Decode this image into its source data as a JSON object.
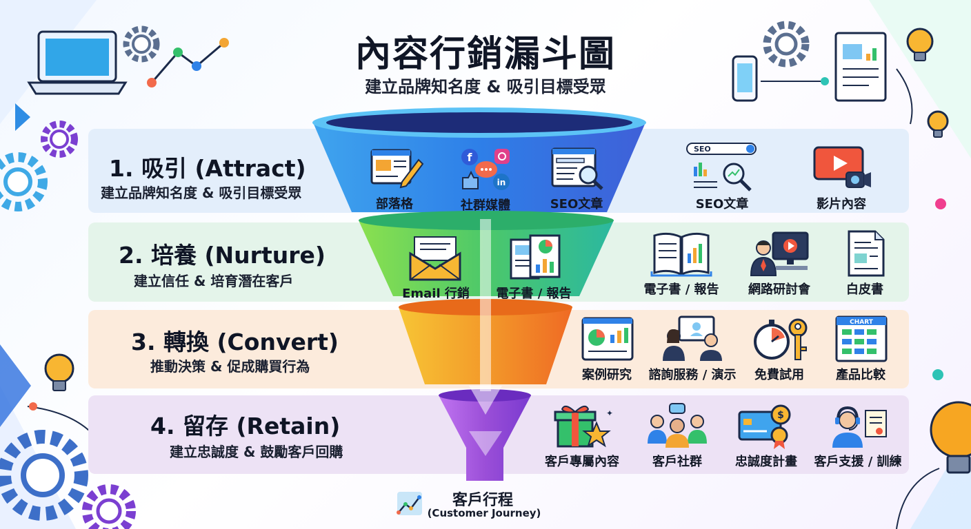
{
  "header": {
    "title": "內容行銷漏斗圖",
    "subtitle": "建立品牌知名度 & 吸引目標受眾"
  },
  "stages": [
    {
      "title": "1. 吸引 (Attract)",
      "description": "建立品牌知名度 & 吸引目標受眾",
      "color": "#3f7ee8",
      "items": [
        "部落格",
        "社群媒體",
        "SEO文章",
        "SEO文章",
        "影片內容"
      ]
    },
    {
      "title": "2. 培養 (Nurture)",
      "description": "建立信任 & 培育潛在客戶",
      "color": "#5cc86a",
      "items": [
        "Email 行銷",
        "電子書 / 報告",
        "電子書 / 報告",
        "網路研討會",
        "白皮書"
      ]
    },
    {
      "title": "3. 轉換 (Convert)",
      "description": "推動決策 & 促成購買行為",
      "color": "#f39a2a",
      "items": [
        "案例研究",
        "諮詢服務 / 演示",
        "免費試用",
        "產品比較"
      ]
    },
    {
      "title": "4. 留存 (Retain)",
      "description": "建立忠誠度 & 鼓勵客戶回購",
      "color": "#9b4fd8",
      "items": [
        "客戶專屬內容",
        "客戶社群",
        "忠誠度計畫",
        "客戶支援 / 訓練"
      ]
    }
  ],
  "journey": {
    "label": "客戶行程",
    "label_en": "(Customer Journey)"
  },
  "icon_text": {
    "seo_search": "SEO",
    "chart_card": "CHART"
  }
}
